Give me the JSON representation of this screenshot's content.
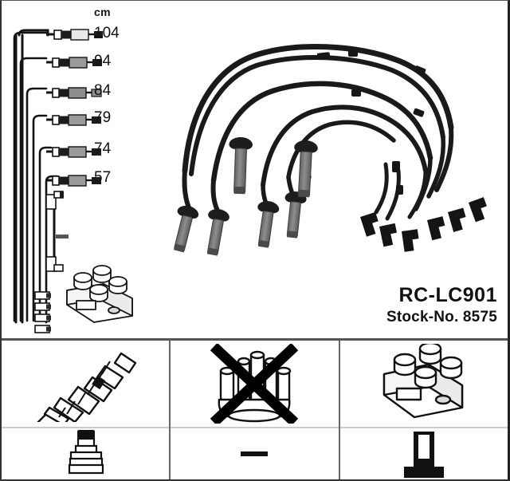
{
  "product": {
    "code": "RC-LC901",
    "stock_label": "Stock-No. 8575"
  },
  "lengths": {
    "unit": "cm",
    "values": [
      "104",
      "94",
      "84",
      "79",
      "74",
      "57"
    ]
  },
  "diagram": {
    "title_icons": {
      "harness": "ignition-cable-set",
      "coil_pack": "ignition-coil-pack"
    },
    "cable_count": 6,
    "boot_color": "#7d7d7d",
    "wire_color": "#1a1a1a"
  },
  "panels": [
    {
      "id": "spark-plug",
      "top_icon": "spark-plug-icon",
      "bottom_icon": "spark-plug-boot-icon",
      "bottom_text": ""
    },
    {
      "id": "distributor-cap",
      "top_icon": "distributor-cap-crossed-out-icon",
      "bottom_icon": "dash-icon",
      "bottom_text": "—"
    },
    {
      "id": "ignition-coil",
      "top_icon": "ignition-coil-pack-icon",
      "bottom_icon": "coil-terminal-icon",
      "bottom_text": ""
    }
  ]
}
